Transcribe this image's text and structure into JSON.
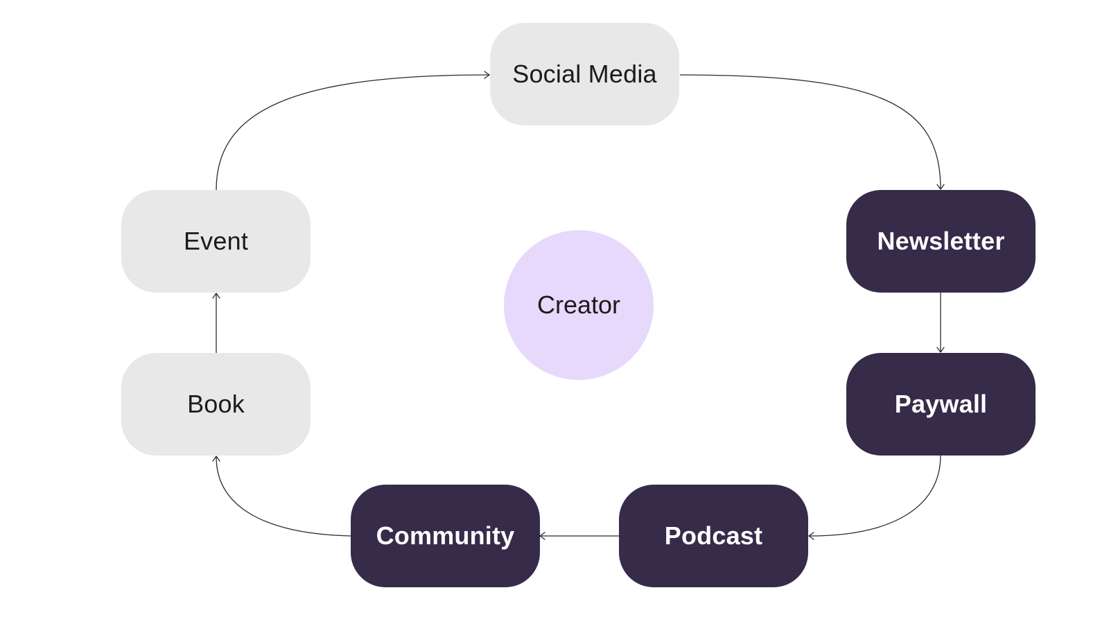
{
  "diagram": {
    "center": {
      "id": "creator",
      "label": "Creator",
      "color": "#e6d9fb"
    },
    "nodes": [
      {
        "id": "social",
        "label": "Social Media",
        "style": "light"
      },
      {
        "id": "newsletter",
        "label": "Newsletter",
        "style": "dark"
      },
      {
        "id": "paywall",
        "label": "Paywall",
        "style": "dark"
      },
      {
        "id": "podcast",
        "label": "Podcast",
        "style": "dark"
      },
      {
        "id": "community",
        "label": "Community",
        "style": "dark"
      },
      {
        "id": "book",
        "label": "Book",
        "style": "light"
      },
      {
        "id": "event",
        "label": "Event",
        "style": "light"
      }
    ],
    "edges": [
      {
        "from": "event",
        "to": "social"
      },
      {
        "from": "social",
        "to": "newsletter"
      },
      {
        "from": "newsletter",
        "to": "paywall"
      },
      {
        "from": "paywall",
        "to": "podcast"
      },
      {
        "from": "podcast",
        "to": "community"
      },
      {
        "from": "community",
        "to": "book"
      },
      {
        "from": "book",
        "to": "event"
      }
    ],
    "colors": {
      "light_node": "#e8e8e8",
      "dark_node": "#372b4a",
      "hub": "#e6d9fb",
      "edge": "#2a2a2a"
    }
  }
}
